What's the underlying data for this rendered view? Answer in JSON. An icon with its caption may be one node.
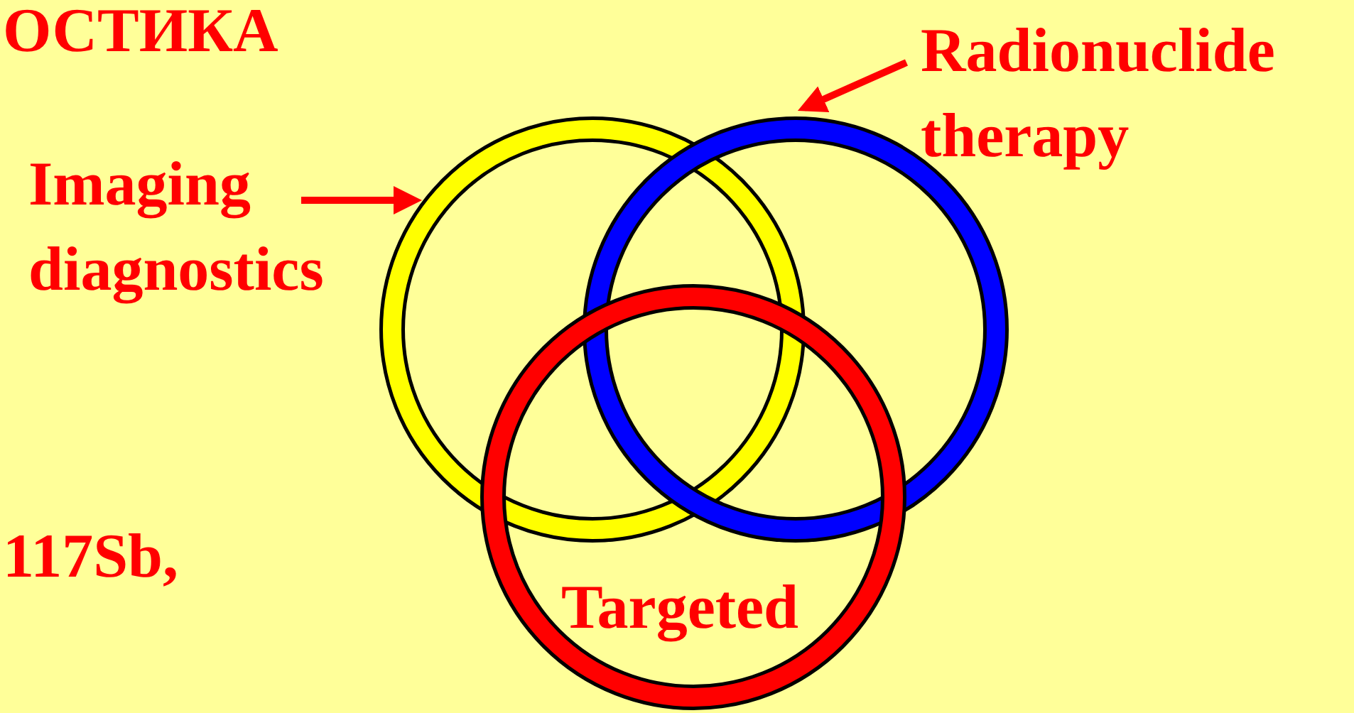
{
  "diagram": {
    "nodes": [
      {
        "text": [
          "Imaging diagnostics"
        ]
      },
      {
        "text": [
          "Radionuclide therapy"
        ]
      },
      {
        "text": [],
        "shape": "circle"
      },
      {
        "text": [],
        "shape": "circle"
      },
      {
        "text": [],
        "shape": "circle"
      }
    ],
    "edges": [
      {
        "from": 0,
        "to": 2,
        "arrow": "to"
      },
      {
        "from": 1,
        "to": 3,
        "arrow": "to"
      }
    ],
    "labels": [
      "ОСТИКА",
      "Targeted",
      "117Sb,"
    ]
  }
}
